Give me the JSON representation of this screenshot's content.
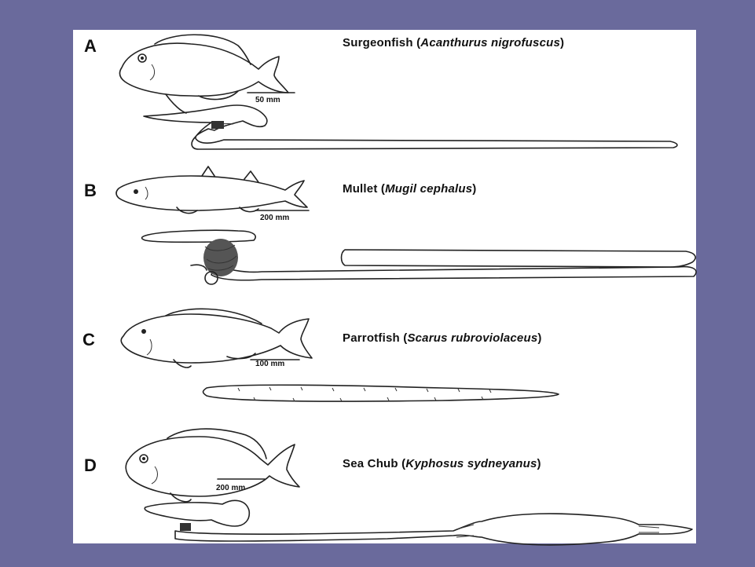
{
  "panels": [
    {
      "letter": "A",
      "common_name": "Surgeonfish",
      "scientific_name": "Acanthurus nigrofuscus",
      "scale": "50 mm"
    },
    {
      "letter": "B",
      "common_name": "Mullet",
      "scientific_name": "Mugil cephalus",
      "scale": "200 mm"
    },
    {
      "letter": "C",
      "common_name": "Parrotfish",
      "scientific_name": "Scarus rubroviolaceus",
      "scale": "100 mm"
    },
    {
      "letter": "D",
      "common_name": "Sea Chub",
      "scientific_name": "Kyphosus sydneyanus",
      "scale": "200 mm"
    }
  ],
  "colors": {
    "background": "#6a6a9c",
    "panel": "#ffffff",
    "ink": "#222222"
  }
}
